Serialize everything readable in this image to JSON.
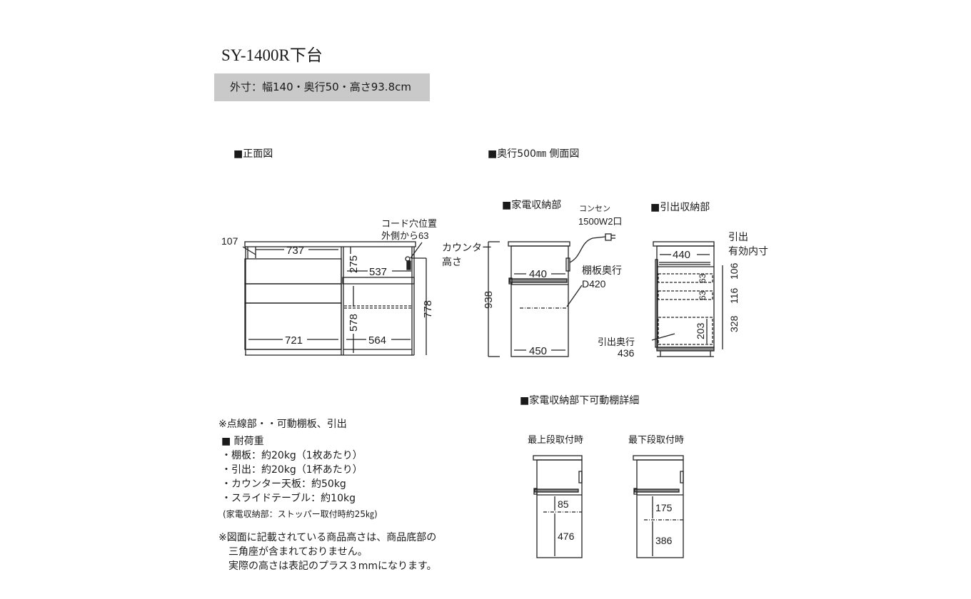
{
  "title": "SY-1400R下台",
  "spec": "外寸：幅140・奥行50・高さ93.8cm",
  "front": {
    "heading": "■正面図",
    "cord_label_1": "コード穴位置",
    "cord_label_2": "外側から63",
    "dims": {
      "d107": "107",
      "d737": "737",
      "d275": "275",
      "d537": "537",
      "d778": "778",
      "d578": "578",
      "d721": "721",
      "d564": "564"
    }
  },
  "side": {
    "heading": "■奥行500㎜ 側面図",
    "appliance_heading": "■家電収納部",
    "drawer_heading": "■引出収納部",
    "outlet_1": "コンセン",
    "outlet_2": "1500W2口",
    "counter_1": "カウンター",
    "counter_2": "高さ",
    "shelf_depth_1": "棚板奥行",
    "shelf_depth_2": "D420",
    "drawer_depth_1": "引出奥行",
    "drawer_depth_2": "436",
    "effective_1": "引出",
    "effective_2": "有効内寸",
    "dims": {
      "d938": "938",
      "d440a": "440",
      "d450": "450",
      "d440b": "440",
      "d63a": "63",
      "d63b": "63",
      "d203": "203",
      "d106": "106",
      "d116": "116",
      "d328": "328"
    }
  },
  "detail": {
    "heading": "■家電収納部下可動棚詳細",
    "top_label": "最上段取付時",
    "bottom_label": "最下段取付時",
    "top_dims": {
      "upper": "85",
      "lower": "476"
    },
    "bottom_dims": {
      "upper": "175",
      "lower": "386"
    }
  },
  "notes": {
    "dotted": "※点線部・・可動棚板、引出",
    "load_heading": "■ 耐荷重",
    "items": [
      "・棚板：約20kg（1枚あたり）",
      "・引出：約20kg（1杯あたり）",
      "・カウンター天板：約50kg",
      "・スライドテーブル：約10kg"
    ],
    "stopper": "(家電収納部：ストッパー取付時約25㎏)",
    "disclaimer": [
      "※図面に記載されている商品高さは、商品底部の",
      "　三角座が含まれておりません。",
      "　実際の高さは表記のプラス３mmになります。"
    ]
  }
}
